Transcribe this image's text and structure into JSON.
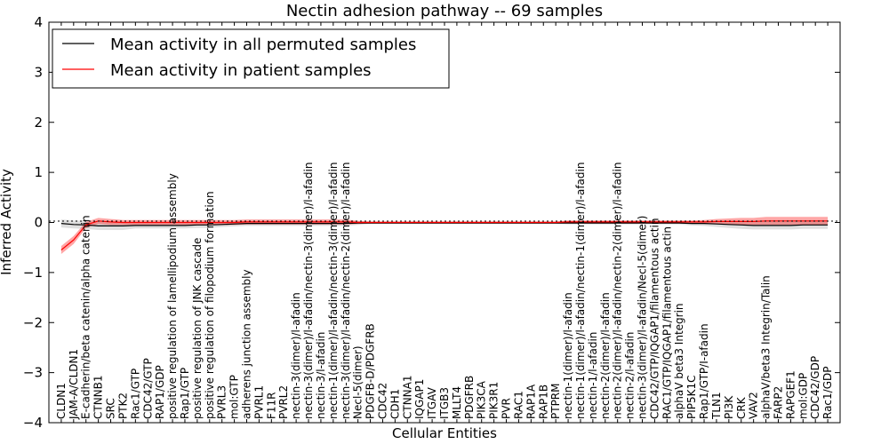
{
  "chart_data": {
    "type": "line",
    "title": "Nectin adhesion pathway -- 69 samples",
    "xlabel": "Cellular Entities",
    "ylabel": "Inferred Activity",
    "ylim": [
      -4,
      4
    ],
    "yticks": [
      "−4",
      "−3",
      "−2",
      "−1",
      "0",
      "1",
      "2",
      "3",
      "4"
    ],
    "grid": false,
    "legend_position": "top-left",
    "categories": [
      "CLDN1",
      "JAM-A/CLDN1",
      "E-cadherin/beta catenin/alpha catenin",
      "CTNNB1",
      "SRC",
      "PTK2",
      "Rac1/GTP",
      "CDC42/GTP",
      "RAP1/GDP",
      "positive regulation of lamellipodium assembly",
      "Rap1/GTP",
      "positive regulation of JNK cascade",
      "positive regulation of filopodium formation",
      "PVRL3",
      "mol:GTP",
      "adherens junction assembly",
      "PVRL1",
      "F11R",
      "PVRL2",
      "nectin-3(dimer)/l-afadin",
      "nectin-3(dimer)/l-afadin/nectin-3(dimer)/l-afadin",
      "nectin-3/l-afadin",
      "nectin-1(dimer)/l-afadin/nectin-3(dimer)/l-afadin",
      "nectin-3(dimer)/l-afadin/nectin-2(dimer)/l-afadin",
      "Necl-5(dimer)",
      "PDGFB-D/PDGFRB",
      "CDC42",
      "CDH1",
      "CTNNA1",
      "IQGAP1",
      "ITGAV",
      "ITGB3",
      "MLLT4",
      "PDGFRB",
      "PIK3CA",
      "PIK3R1",
      "PVR",
      "RAC1",
      "RAP1A",
      "RAP1B",
      "PTPRM",
      "nectin-1(dimer)/l-afadin",
      "nectin-1(dimer)/l-afadin/nectin-1(dimer)/l-afadin",
      "nectin-1/l-afadin",
      "nectin-2(dimer)/l-afadin",
      "nectin-2(dimer)/l-afadin/nectin-2(dimer)/l-afadin",
      "nectin-2/l-afadin",
      "nectin-3(dimer)/l-afadin/Necl-5(dimer)",
      "CDC42/GTP/IQGAP1/filamentous actin",
      "RAC1/GTP/IQGAP1/filamentous actin",
      "alphaV beta3 Integrin",
      "PIP5K1C",
      "Rap1/GTP/I-afadin",
      "TLN1",
      "PI3K",
      "CRK",
      "VAV2",
      "alphaV/beta3 Integrin/Talin",
      "FARP2",
      "RAPGEF1",
      "mol:GDP",
      "CDC42/GDP",
      "Rac1/GDP"
    ],
    "series": [
      {
        "name": "Mean activity in all permuted samples",
        "color": "#000000",
        "values": [
          -0.02,
          -0.04,
          -0.05,
          -0.07,
          -0.07,
          -0.07,
          -0.06,
          -0.06,
          -0.06,
          -0.06,
          -0.06,
          -0.05,
          -0.05,
          -0.04,
          -0.03,
          -0.02,
          -0.02,
          -0.02,
          -0.02,
          -0.02,
          -0.02,
          -0.02,
          -0.02,
          -0.02,
          -0.01,
          -0.01,
          -0.01,
          -0.01,
          -0.01,
          -0.01,
          -0.01,
          -0.01,
          -0.01,
          -0.01,
          -0.01,
          -0.01,
          -0.01,
          -0.01,
          -0.01,
          -0.01,
          -0.01,
          -0.01,
          -0.01,
          -0.01,
          -0.01,
          -0.01,
          -0.01,
          -0.01,
          -0.01,
          -0.01,
          -0.01,
          -0.02,
          -0.02,
          -0.03,
          -0.04,
          -0.05,
          -0.06,
          -0.06,
          -0.06,
          -0.06,
          -0.05,
          -0.05,
          -0.05
        ],
        "band": [
          0.08,
          0.08,
          0.08,
          0.08,
          0.08,
          0.08,
          0.06,
          0.06,
          0.06,
          0.06,
          0.06,
          0.06,
          0.06,
          0.05,
          0.05,
          0.05,
          0.05,
          0.05,
          0.05,
          0.05,
          0.05,
          0.05,
          0.05,
          0.05,
          0.04,
          0.02,
          0.02,
          0.02,
          0.02,
          0.02,
          0.02,
          0.02,
          0.02,
          0.02,
          0.02,
          0.02,
          0.02,
          0.02,
          0.02,
          0.02,
          0.02,
          0.03,
          0.03,
          0.03,
          0.03,
          0.03,
          0.03,
          0.03,
          0.03,
          0.03,
          0.03,
          0.04,
          0.05,
          0.06,
          0.07,
          0.08,
          0.08,
          0.08,
          0.08,
          0.08,
          0.08,
          0.08,
          0.08
        ]
      },
      {
        "name": "Mean activity in patient samples",
        "color": "#ff0000",
        "values": [
          -0.55,
          -0.35,
          -0.05,
          0.03,
          0.01,
          0.0,
          0.0,
          0.0,
          0.0,
          0.0,
          0.0,
          0.0,
          0.0,
          0.0,
          0.0,
          0.01,
          0.01,
          0.01,
          0.01,
          0.01,
          0.01,
          0.01,
          0.01,
          0.01,
          0.0,
          0.0,
          0.0,
          0.0,
          0.0,
          0.0,
          0.0,
          0.0,
          0.0,
          0.0,
          0.0,
          0.0,
          0.0,
          0.0,
          0.0,
          0.0,
          0.0,
          0.01,
          0.01,
          0.01,
          0.01,
          0.01,
          0.01,
          0.01,
          0.01,
          0.01,
          0.01,
          0.01,
          0.01,
          0.02,
          0.02,
          0.02,
          0.02,
          0.03,
          0.03,
          0.03,
          0.03,
          0.03,
          0.03
        ],
        "band": [
          0.08,
          0.08,
          0.06,
          0.06,
          0.06,
          0.05,
          0.05,
          0.05,
          0.05,
          0.05,
          0.05,
          0.05,
          0.05,
          0.05,
          0.05,
          0.05,
          0.05,
          0.05,
          0.05,
          0.05,
          0.05,
          0.05,
          0.05,
          0.05,
          0.03,
          0.02,
          0.02,
          0.02,
          0.02,
          0.02,
          0.02,
          0.02,
          0.02,
          0.02,
          0.02,
          0.02,
          0.02,
          0.02,
          0.02,
          0.02,
          0.02,
          0.03,
          0.03,
          0.03,
          0.03,
          0.03,
          0.03,
          0.03,
          0.03,
          0.03,
          0.03,
          0.03,
          0.04,
          0.05,
          0.06,
          0.07,
          0.07,
          0.08,
          0.08,
          0.08,
          0.08,
          0.08,
          0.08
        ]
      }
    ]
  }
}
